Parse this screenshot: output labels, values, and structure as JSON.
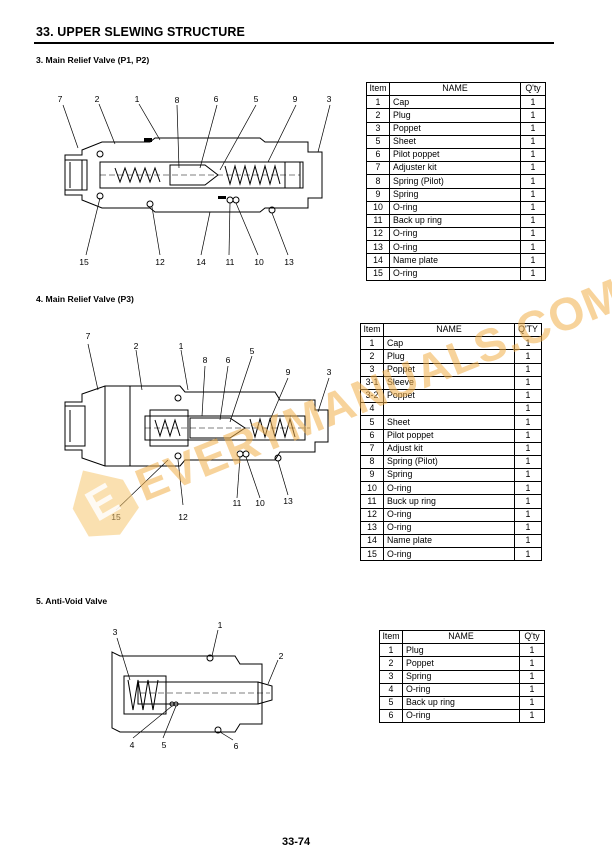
{
  "header": {
    "title": "33. UPPER SLEWING STRUCTURE"
  },
  "sections": [
    {
      "title": "3.  Main Relief Valve (P1, P2)",
      "columns": [
        "Item",
        "NAME",
        "Q'ty"
      ],
      "rows": [
        [
          "1",
          "Cap",
          "1"
        ],
        [
          "2",
          "Plug",
          "1"
        ],
        [
          "3",
          "Poppet",
          "1"
        ],
        [
          "5",
          "Sheet",
          "1"
        ],
        [
          "6",
          "Pilot poppet",
          "1"
        ],
        [
          "7",
          "Adjuster kit",
          "1"
        ],
        [
          "8",
          "Spring (Pilot)",
          "1"
        ],
        [
          "9",
          "Spring",
          "1"
        ],
        [
          "10",
          "O-ring",
          "1"
        ],
        [
          "11",
          "Back up ring",
          "1"
        ],
        [
          "12",
          "O-ring",
          "1"
        ],
        [
          "13",
          "O-ring",
          "1"
        ],
        [
          "14",
          "Name plate",
          "1"
        ],
        [
          "15",
          "O-ring",
          "1"
        ]
      ],
      "callouts": [
        "7",
        "2",
        "1",
        "8",
        "6",
        "5",
        "9",
        "3",
        "15",
        "12",
        "14",
        "11",
        "10",
        "13"
      ]
    },
    {
      "title": "4.  Main Relief Valve (P3)",
      "columns": [
        "Item",
        "NAME",
        "Q'TY"
      ],
      "rows": [
        [
          "1",
          "Cap",
          "1"
        ],
        [
          "2",
          "Plug",
          "1"
        ],
        [
          "3",
          "Poppet",
          "1"
        ],
        [
          "3-1",
          "Sleeve",
          "1"
        ],
        [
          "3-2",
          "Poppet",
          "1"
        ],
        [
          "4",
          "",
          "1"
        ],
        [
          "5",
          "Sheet",
          "1"
        ],
        [
          "6",
          "Pilot poppet",
          "1"
        ],
        [
          "7",
          "Adjust kit",
          "1"
        ],
        [
          "8",
          "Spring (Pilot)",
          "1"
        ],
        [
          "9",
          "Spring",
          "1"
        ],
        [
          "10",
          "O-ring",
          "1"
        ],
        [
          "11",
          "Buck up ring",
          "1"
        ],
        [
          "12",
          "O-ring",
          "1"
        ],
        [
          "13",
          "O-ring",
          "1"
        ],
        [
          "14",
          "Name plate",
          "1"
        ],
        [
          "15",
          "O-ring",
          "1"
        ]
      ],
      "callouts": [
        "7",
        "2",
        "1",
        "8",
        "6",
        "5",
        "9",
        "3",
        "15",
        "12",
        "11",
        "10",
        "13"
      ]
    },
    {
      "title": "5.  Anti-Void Valve",
      "columns": [
        "Item",
        "NAME",
        "Q'ty"
      ],
      "rows": [
        [
          "1",
          "Plug",
          "1"
        ],
        [
          "2",
          "Poppet",
          "1"
        ],
        [
          "3",
          "Spring",
          "1"
        ],
        [
          "4",
          "O-ring",
          "1"
        ],
        [
          "5",
          "Back up ring",
          "1"
        ],
        [
          "6",
          "O-ring",
          "1"
        ]
      ],
      "callouts": [
        "3",
        "1",
        "2",
        "4",
        "5",
        "6"
      ]
    }
  ],
  "watermark": {
    "text": "EVERYMANUALS.COM",
    "logo_letter": "E",
    "color": "#f2b04a"
  },
  "footer": {
    "page_number": "33-74"
  }
}
